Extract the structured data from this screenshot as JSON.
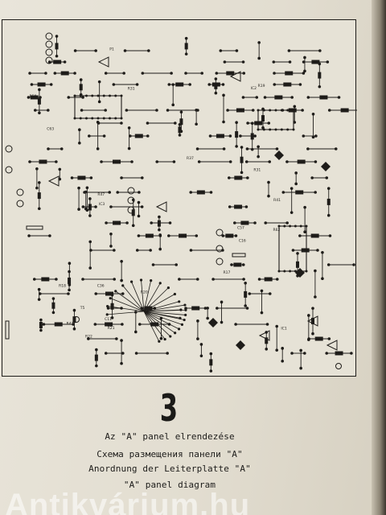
{
  "figure": {
    "number": "3",
    "captions": {
      "hungarian": "Az \"A\" panel elrendezése",
      "russian": "Схема размещения панели \"А\"",
      "german": "Anordnung der Leiterplatte \"A\"",
      "english": "\"A\" panel diagram"
    }
  },
  "diagram": {
    "labels": [
      "IC1",
      "IC2",
      "IC3",
      "C11",
      "C16",
      "C36",
      "R17",
      "R18",
      "R19",
      "R20",
      "R21",
      "R22",
      "R31",
      "R37",
      "R41",
      "R43",
      "R47",
      "R50",
      "R62",
      "C57",
      "C63",
      "T5",
      "P1",
      "R31"
    ]
  },
  "watermark": "Antikvárium.hu",
  "colors": {
    "paper": "#e6e2d6",
    "ink": "#1e1c19",
    "background": "#3b342c"
  }
}
